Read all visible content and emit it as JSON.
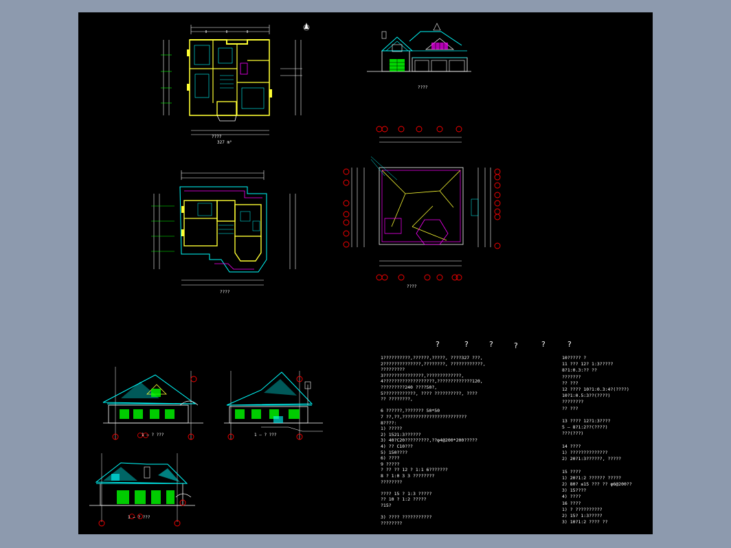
{
  "sheet": {
    "background": "#000000",
    "frame_background": "#8d9aae"
  },
  "labels": {
    "plan_first_title": "????",
    "plan_first_scale": "327 m²",
    "plan_second_title": "????",
    "roof_plan_title": "????",
    "elevation_front_title": "????",
    "elevation_left_title": "1 — ? ???",
    "elevation_right_title": "1 — ? ???",
    "elevation_rear_title": "1 — ? ???"
  },
  "header_marks": [
    "?",
    "?",
    "?",
    "?",
    "?",
    "?"
  ],
  "notes_left": [
    "1??????????,??????,?????,            ????327  ???,",
    "2??????????????,????????,            ????????????,",
    "  ?????????",
    "3???????????????,?????????????,",
    "4???????????????????,?????????????120,",
    "  ?????????240  ????50?,",
    "5????????????,           ????    ??????????,        ????",
    "  ??  ????????,",
    "",
    "6 ??????,???????                    50*50",
    "7  ??,??,????????????????????????",
    "8????:",
    "  1) ?????",
    "  2) 1521:3??????",
    "  3) 40?C20?????????,??φ4@200*200?????",
    "  4) ?? C10???",
    "  5) 150????",
    "  6) ????",
    "9 ?????",
    "  ? ??  ??      12 ?  1:1 6???????",
    "                8  ?  1:0 3 3 ????????",
    "                ????????",
    "",
    "  ????          15  ?  1:3 ?????",
    "    ??          10  ?  1:2 ?????",
    "                ?15?",
    "",
    "  3) ????       ???????????",
    "                ????????"
  ],
  "notes_right": [
    "10?????   ?",
    "11 ???     12?  1:3?????",
    "           8?1:0.3:??   ??",
    "           ???????",
    "           ??  ???",
    "12 ????    10?1:0.3:4?(????)",
    "           10?1:0.5:3??(????)",
    "           ????????",
    "           ??  ???",
    "",
    "13 ????    12?1:3????",
    "           5 — 8?1:2??(????)",
    "           ???(???)",
    "",
    "14 ????",
    "   1) ??????????????",
    "   2) 20?1:3??????,     ?????",
    "",
    "15  ????",
    "   1) 20?1:2 ??????     ?????",
    "   2) 80? ≤15 ???    ??  φ6@200??",
    "   3) 15????",
    "   4) ????",
    "16 ????",
    "   1) ? ??????????",
    "   2) 15? 1:3?????",
    "   3) 10?1:2 ????      ??"
  ]
}
